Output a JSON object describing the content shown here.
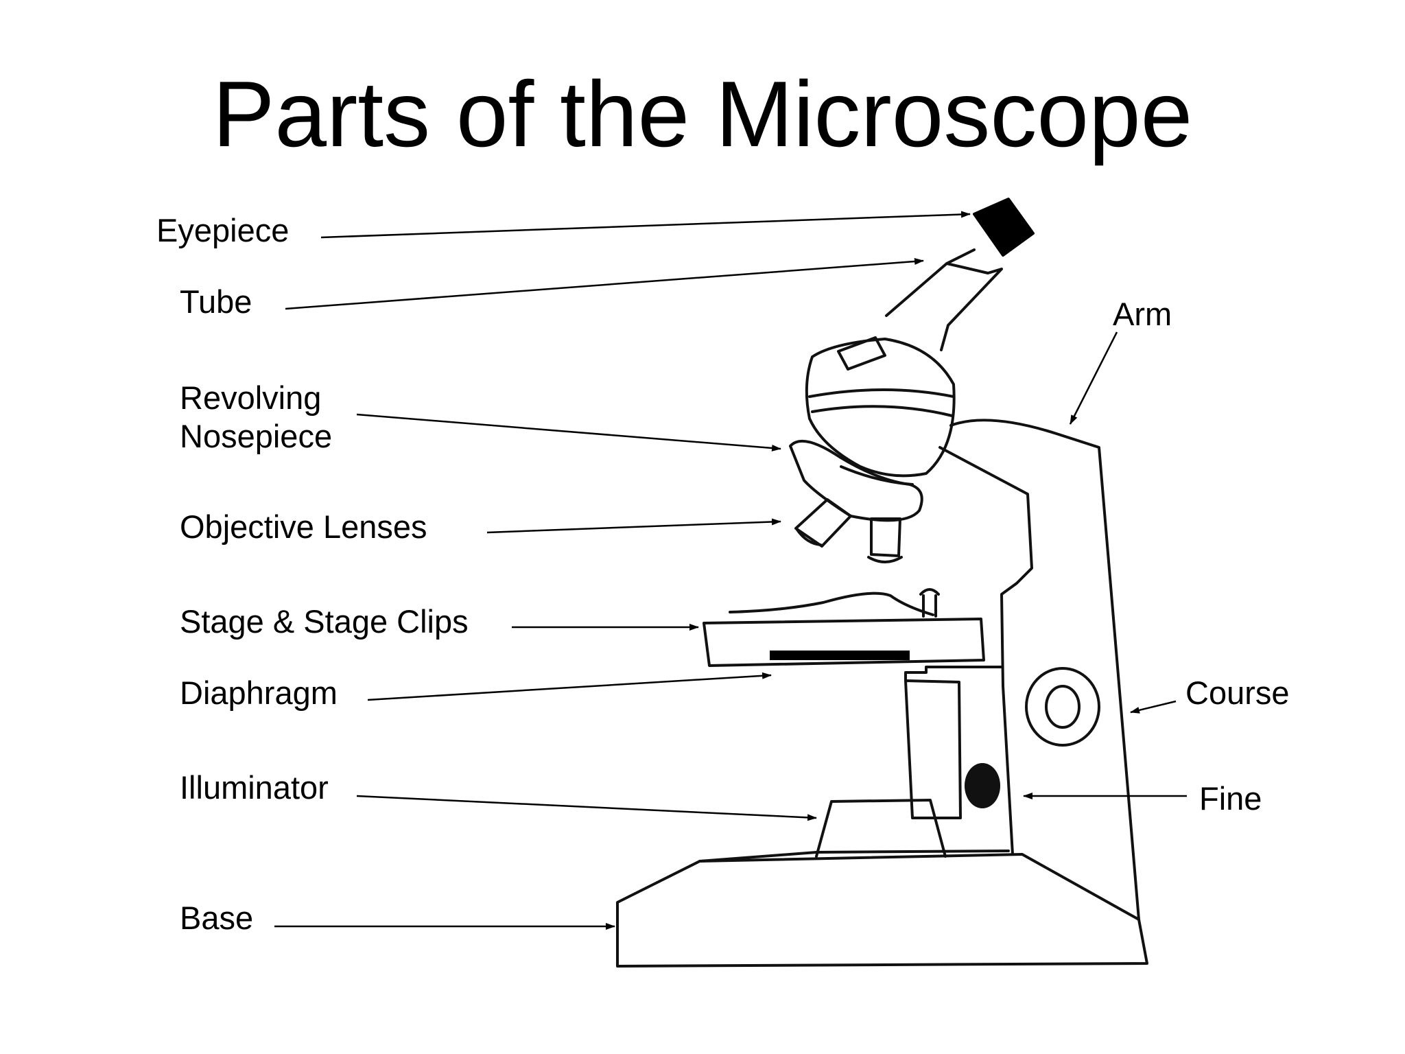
{
  "title": "Parts of the Microscope",
  "labels": {
    "eyepiece": "Eyepiece",
    "tube": "Tube",
    "revolving_nosepiece_line1": "Revolving",
    "revolving_nosepiece_line2": "Nosepiece",
    "objective_lenses": "Objective Lenses",
    "stage": "Stage & Stage Clips",
    "diaphragm": "Diaphragm",
    "illuminator": "Illuminator",
    "base": "Base",
    "arm": "Arm",
    "course": "Course",
    "fine": "Fine"
  }
}
